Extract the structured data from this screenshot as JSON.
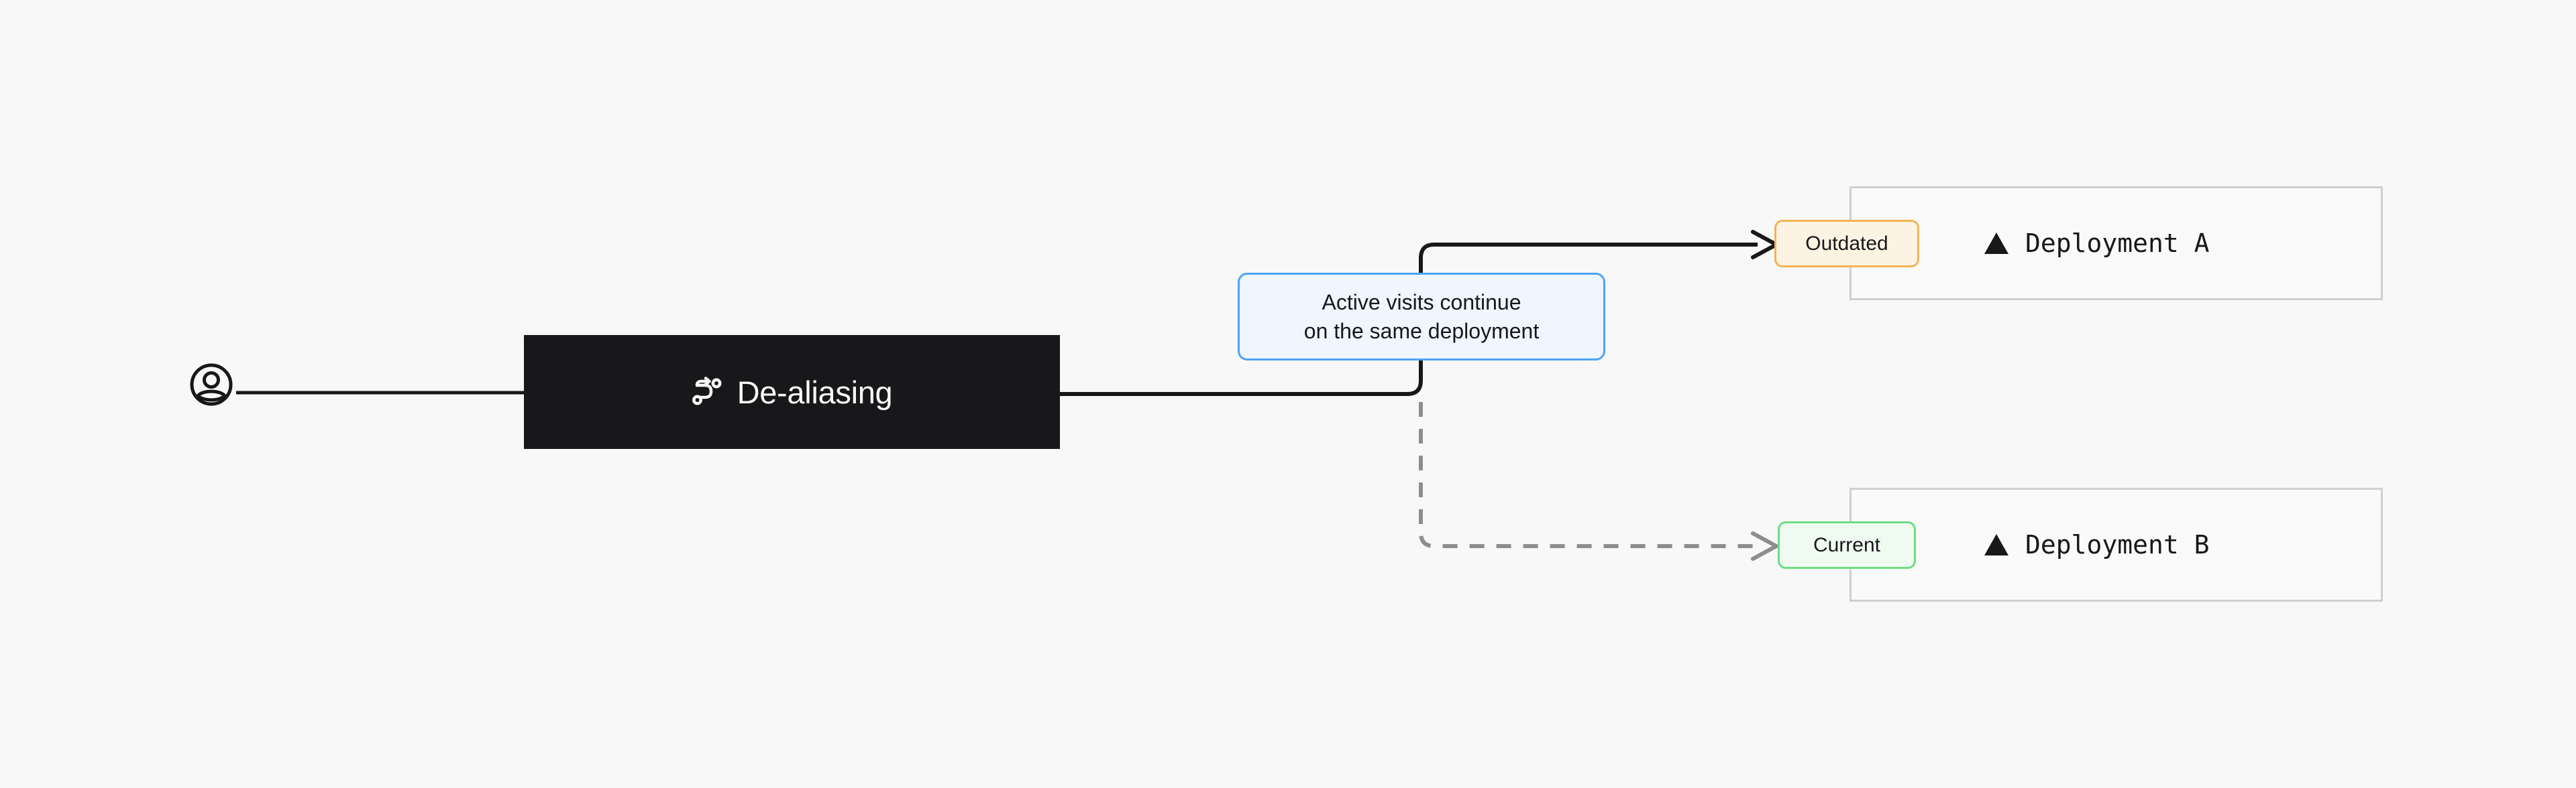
{
  "diagram": {
    "background_color": "#f8f8f8",
    "source": {
      "icon": "user-avatar-icon",
      "label": ""
    },
    "process": {
      "label": "De-aliasing",
      "icon": "route-shuffle-icon",
      "background_color": "#18181b",
      "text_color": "#fafafa"
    },
    "callout": {
      "line1": "Active visits continue",
      "line2": "on the same deployment",
      "background_color": "#eff6ff",
      "border_color": "#4da3f5"
    },
    "targets": [
      {
        "id": "deployment-a",
        "name": "Deployment A",
        "logo": "vercel-triangle-icon",
        "badge": {
          "label": "Outdated",
          "background_color": "#fdf3e3",
          "border_color": "#f3b355"
        },
        "edge": {
          "style": "solid",
          "color": "#18181b"
        }
      },
      {
        "id": "deployment-b",
        "name": "Deployment B",
        "logo": "vercel-triangle-icon",
        "badge": {
          "label": "Current",
          "background_color": "#effbf1",
          "border_color": "#6edd83"
        },
        "edge": {
          "style": "dashed",
          "color": "#8d8d8d"
        }
      }
    ]
  }
}
